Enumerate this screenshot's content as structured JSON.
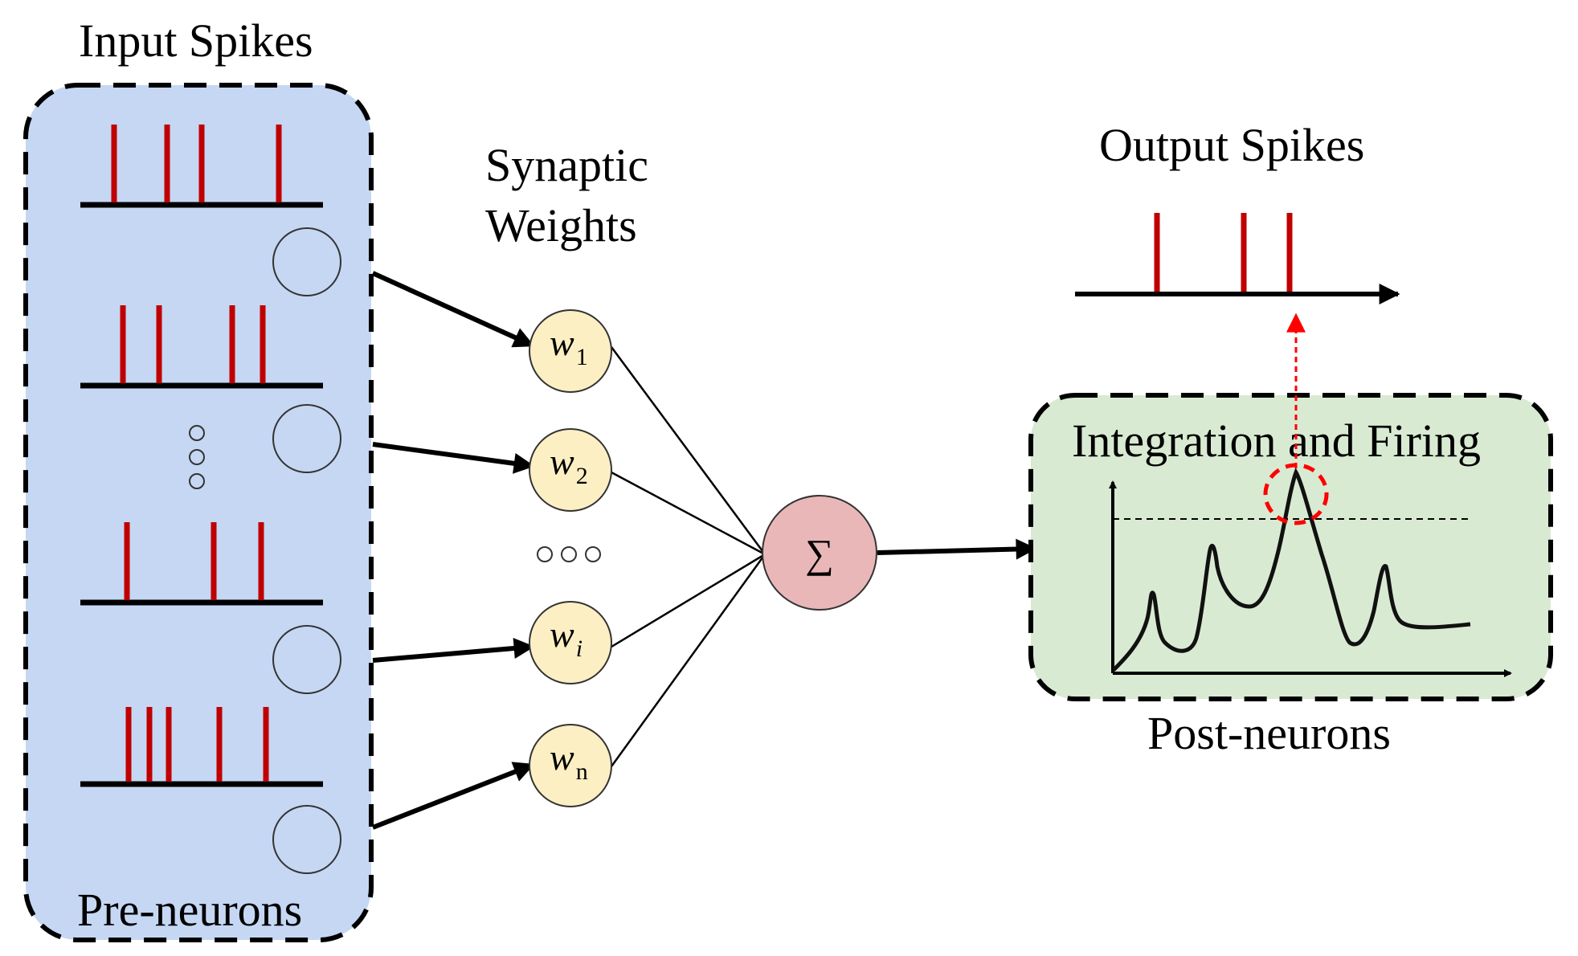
{
  "labels": {
    "input_spikes": "Input Spikes",
    "pre_neurons": "Pre-neurons",
    "synaptic_line1": "Synaptic",
    "synaptic_line2": "Weights",
    "output_spikes": "Output Spikes",
    "integration": "Integration and Firing",
    "post_neurons": "Post-neurons",
    "sum_symbol": "∑"
  },
  "weights": [
    {
      "base": "w",
      "sub": "1"
    },
    {
      "base": "w",
      "sub": "2"
    },
    {
      "base": "w",
      "sub": "i"
    },
    {
      "base": "w",
      "sub": "n"
    }
  ],
  "colors": {
    "pre_box_fill": "#c5d7f3",
    "post_box_fill": "#d9ead3",
    "weight_fill": "#fcefc4",
    "sum_fill": "#eab7b8",
    "spike": "#c00000",
    "firing_marker": "#ff0000"
  }
}
